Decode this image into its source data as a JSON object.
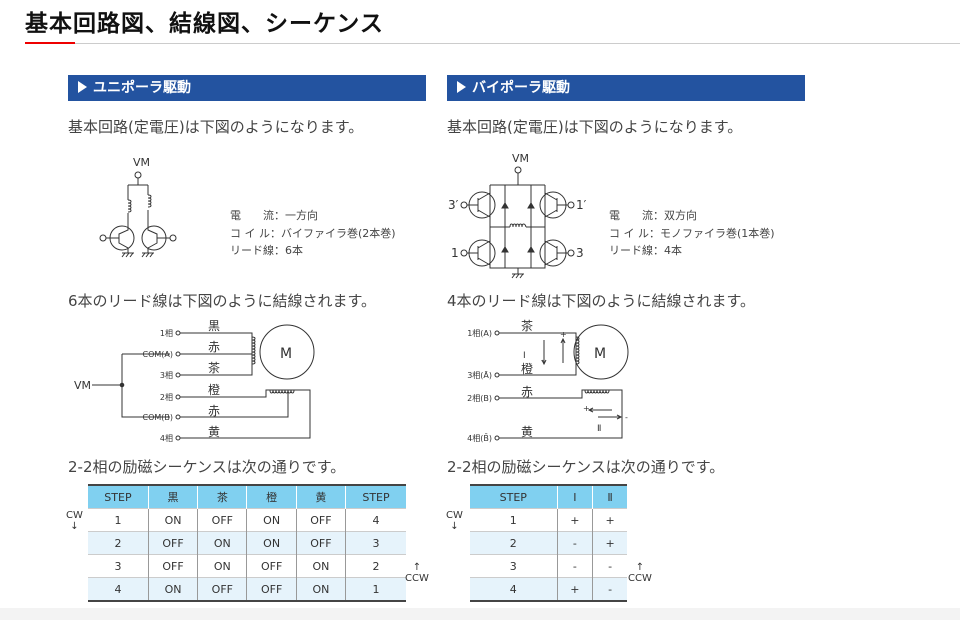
{
  "page_title": "基本回路図、結線図、シーケンス",
  "colors": {
    "accent_red": "#e00000",
    "section_bar": "#2353a0",
    "table_header": "#80d0f0",
    "table_alt_row": "#e6f3fb"
  },
  "unipolar": {
    "header": "ユニポーラ駆動",
    "basic_circuit_text": "基本回路(定電圧)は下図のようになります。",
    "circuit": {
      "vm": "VM"
    },
    "specs": [
      "電　　流：一方向",
      "コ イ ル：バイファイラ巻(2本巻)",
      "リード線：6本"
    ],
    "wiring_text": "6本のリード線は下図のように結線されます。",
    "wiring": {
      "vm": "VM",
      "motor": "M",
      "terminals": [
        "1相",
        "COM(A)",
        "3相",
        "2相",
        "COM(B)",
        "4相"
      ],
      "wire_colors": [
        "黒",
        "赤",
        "茶",
        "橙",
        "赤",
        "黄"
      ]
    },
    "sequence_text": "2-2相の励磁シーケンスは次の通りです。",
    "table": {
      "headers": [
        "STEP",
        "黒",
        "茶",
        "橙",
        "黄",
        "STEP"
      ],
      "rows": [
        [
          "1",
          "ON",
          "OFF",
          "ON",
          "OFF",
          "4"
        ],
        [
          "2",
          "OFF",
          "ON",
          "ON",
          "OFF",
          "3"
        ],
        [
          "3",
          "OFF",
          "ON",
          "OFF",
          "ON",
          "2"
        ],
        [
          "4",
          "ON",
          "OFF",
          "OFF",
          "ON",
          "1"
        ]
      ],
      "cw": "CW",
      "ccw": "CCW"
    }
  },
  "bipolar": {
    "header": "バイポーラ駆動",
    "basic_circuit_text": "基本回路(定電圧)は下図のようになります。",
    "circuit": {
      "vm": "VM",
      "t1": "3′",
      "t2": "1′",
      "t3": "1",
      "t4": "3"
    },
    "specs": [
      "電　　流：双方向",
      "コ イ ル：モノファイラ巻(1本巻)",
      "リード線：4本"
    ],
    "wiring_text": "4本のリード線は下図のように結線されます。",
    "wiring": {
      "motor": "M",
      "terminals": [
        "1相(A)",
        "3相(Ā)",
        "2相(B)",
        "4相(B̄)"
      ],
      "wire_colors": [
        "茶",
        "橙",
        "赤",
        "黄"
      ],
      "coil_a": "Ⅰ",
      "coil_b": "Ⅱ",
      "plus": "+",
      "minus": "-"
    },
    "sequence_text": "2-2相の励磁シーケンスは次の通りです。",
    "table": {
      "headers": [
        "STEP",
        "Ⅰ",
        "Ⅱ"
      ],
      "rows": [
        [
          "1",
          "+",
          "+"
        ],
        [
          "2",
          "-",
          "+"
        ],
        [
          "3",
          "-",
          "-"
        ],
        [
          "4",
          "+",
          "-"
        ]
      ],
      "cw": "CW",
      "ccw": "CCW"
    }
  }
}
